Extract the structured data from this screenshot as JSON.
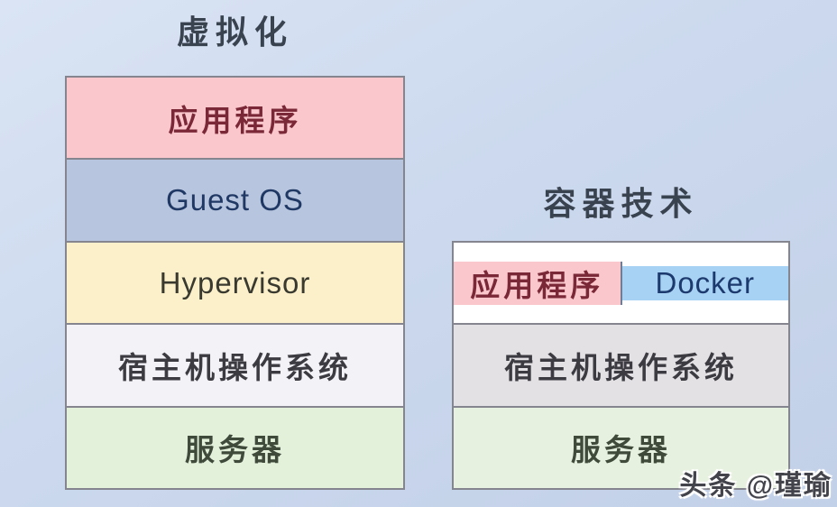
{
  "background": {
    "gradient_start": "#DAE4F4",
    "gradient_end": "#C2D0E8",
    "border_color": "#85858F"
  },
  "virtualization": {
    "title": "虚拟化",
    "layers": [
      {
        "label": "应用程序",
        "bg": "#FAC7CD",
        "fg": "#7A2837"
      },
      {
        "label": "Guest OS",
        "bg": "#B7C5DE",
        "fg": "#1F3864"
      },
      {
        "label": "Hypervisor",
        "bg": "#FBF0CA",
        "fg": "#39392F"
      },
      {
        "label": "宿主机操作系统",
        "bg": "#F2F2F7",
        "fg": "#3B3B41"
      },
      {
        "label": "服务器",
        "bg": "#E3F0DA",
        "fg": "#3F4A3B"
      }
    ]
  },
  "container_tech": {
    "title": "容器技术",
    "top_row": [
      {
        "label": "应用程序",
        "bg": "#FAC7CD",
        "fg": "#7A2837"
      },
      {
        "label": "Docker",
        "bg": "#A8D2F3",
        "fg": "#1D3A6E"
      }
    ],
    "layers": [
      {
        "label": "宿主机操作系统",
        "bg": "#E4E1E4",
        "fg": "#3B3B41"
      },
      {
        "label": "服务器",
        "bg": "#E7F1DF",
        "fg": "#3F4A3B"
      }
    ]
  },
  "watermark": {
    "text": "头条 @瑾瑜",
    "color": "#43434B"
  }
}
